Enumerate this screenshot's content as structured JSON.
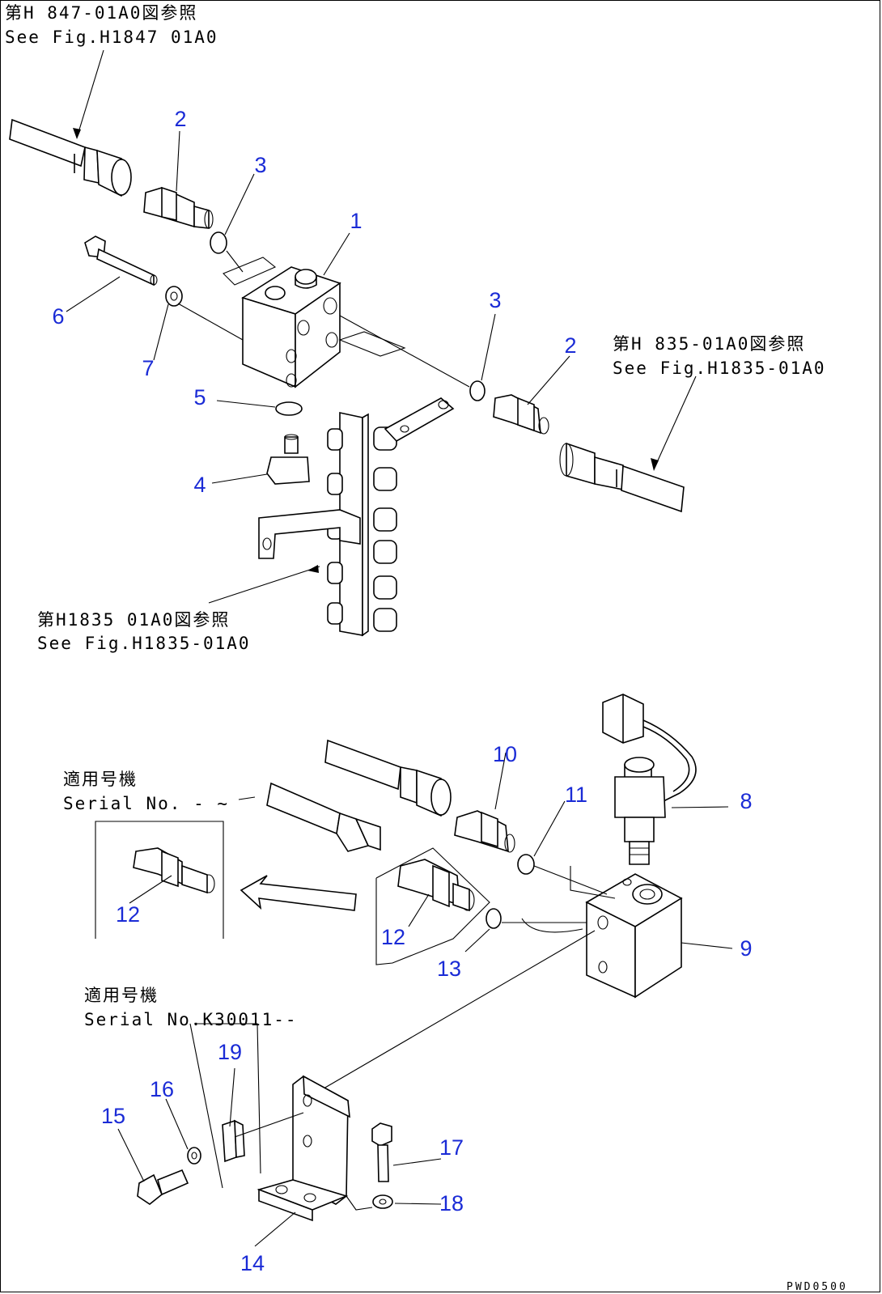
{
  "callouts": {
    "c1": "1",
    "c2a": "2",
    "c2b": "2",
    "c3a": "3",
    "c3b": "3",
    "c4": "4",
    "c5": "5",
    "c6": "6",
    "c7": "7",
    "c8": "8",
    "c9": "9",
    "c10": "10",
    "c11": "11",
    "c12a": "12",
    "c12b": "12",
    "c13": "13",
    "c14": "14",
    "c15": "15",
    "c16": "16",
    "c17": "17",
    "c18": "18",
    "c19": "19"
  },
  "references": {
    "top_left_jp": "第H 847-01A0図参照",
    "top_left_en": "See Fig.H1847 01A0",
    "mid_right_jp": "第H 835-01A0図参照",
    "mid_right_en": "See Fig.H1835-01A0",
    "mid_left_jp": "第H1835 01A0図参照",
    "mid_left_en": "See Fig.H1835-01A0"
  },
  "serial_notes": {
    "upper_jp": "適用号機",
    "upper_en": "Serial No.  -  ~",
    "lower_jp": "適用号機",
    "lower_en": "Serial No.K30011--"
  },
  "drawing_code": "PWD0500"
}
